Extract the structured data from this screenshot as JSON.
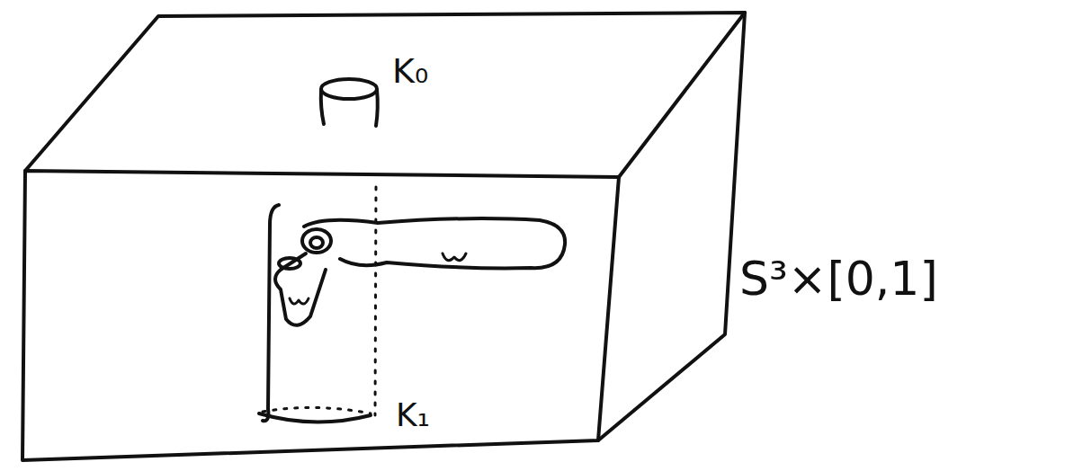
{
  "diagram": {
    "labels": [
      "K₀",
      "K₁",
      "S³×[0,1]"
    ]
  }
}
